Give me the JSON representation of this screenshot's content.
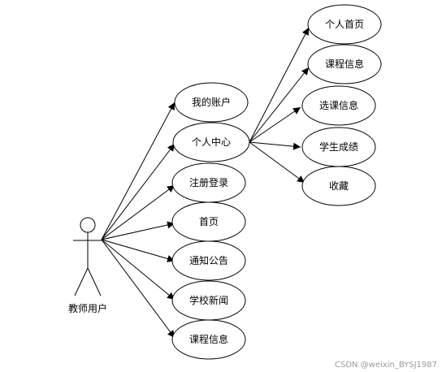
{
  "actor": {
    "label": "教师用户"
  },
  "use_cases_level1": [
    {
      "id": "my-account",
      "label": "我的账户"
    },
    {
      "id": "personal-center",
      "label": "个人中心"
    },
    {
      "id": "register-login",
      "label": "注册登录"
    },
    {
      "id": "home",
      "label": "首页"
    },
    {
      "id": "notice",
      "label": "通知公告"
    },
    {
      "id": "school-news",
      "label": "学校新闻"
    },
    {
      "id": "course-info",
      "label": "课程信息"
    }
  ],
  "use_cases_level2": [
    {
      "id": "personal-home",
      "label": "个人首页"
    },
    {
      "id": "course-info-2",
      "label": "课程信息"
    },
    {
      "id": "course-selection-info",
      "label": "选课信息"
    },
    {
      "id": "student-grades",
      "label": "学生成绩"
    },
    {
      "id": "favorites",
      "label": "收藏"
    }
  ],
  "watermark": "CSDN @weixin_BYSJ1987"
}
